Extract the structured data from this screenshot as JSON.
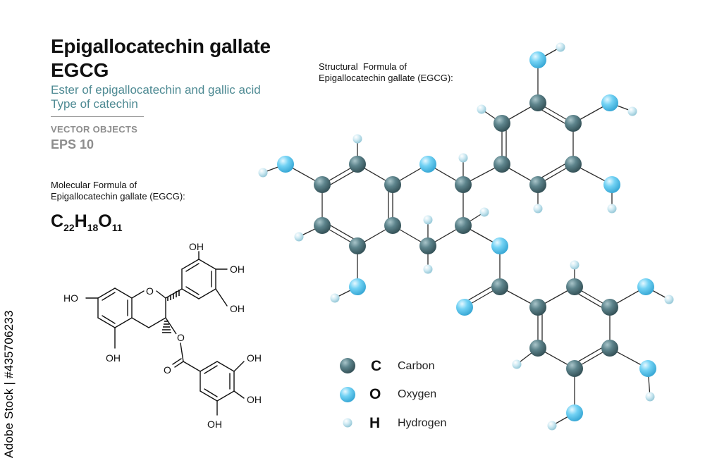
{
  "header": {
    "title": "Epigallocatechin gallate",
    "abbreviation": "EGCG",
    "subtitle_1": "Ester of epigallocatechin and gallic acid",
    "subtitle_2": "Type of catechin",
    "vector_label": "VECTOR OBJECTS",
    "eps_label": "EPS 10"
  },
  "molecular_formula": {
    "heading_1": "Molecular Formula of",
    "heading_2": "Epigallocatechin gallate (EGCG):",
    "elements": [
      {
        "symbol": "C",
        "count": "22"
      },
      {
        "symbol": "H",
        "count": "18"
      },
      {
        "symbol": "O",
        "count": "11"
      }
    ]
  },
  "structural_formula": {
    "heading_1": "Structural  Formula of",
    "heading_2": "Epigallocatechin gallate (EGCG):"
  },
  "skeletal_labels": {
    "oh_top": "OH",
    "oh_right_1": "OH",
    "oh_right_2": "OH",
    "ho_left": "HO",
    "ring_o": "O",
    "oh_bottom": "OH",
    "ester_o": "O",
    "carbonyl_o": "O",
    "gallate_oh_1": "OH",
    "gallate_oh_2": "OH",
    "gallate_oh_3": "OH"
  },
  "legend": [
    {
      "symbol": "C",
      "name": "Carbon",
      "color": "#5a8189"
    },
    {
      "symbol": "O",
      "name": "Oxygen",
      "color": "#6fd2f3"
    },
    {
      "symbol": "H",
      "name": "Hydrogen",
      "color": "#c6e8f2"
    }
  ],
  "watermark_id": "Adobe Stock | #435706233"
}
